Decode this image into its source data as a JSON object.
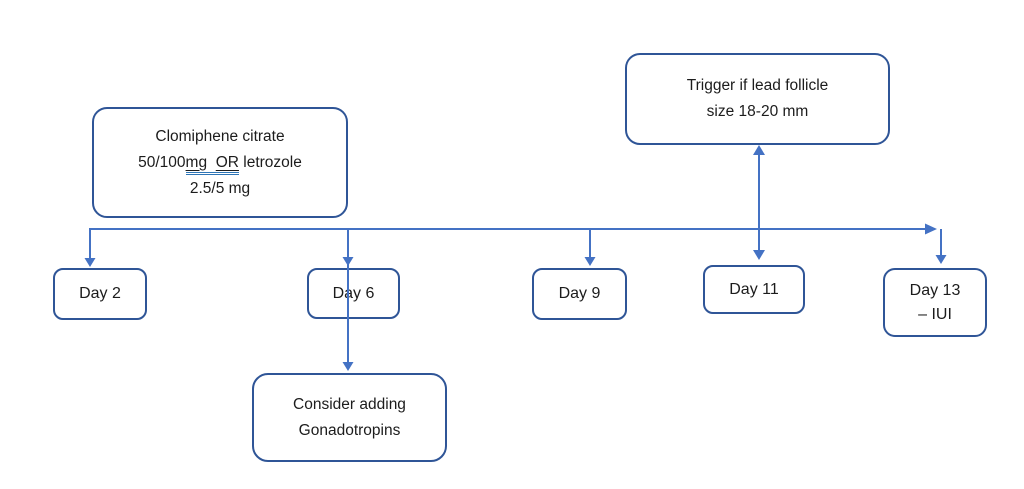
{
  "colors": {
    "box_border": "#2f5597",
    "connector": "#4472c4",
    "text": "#1c1c1c",
    "grammar_underline": "#2e75b6"
  },
  "boxes": {
    "clomiphene": {
      "line1": "Clomiphene citrate",
      "line2_pre": "50/100",
      "line2_mg": "mg",
      "line2_gap": "  ",
      "line2_or": "OR",
      "line2_post": " letrozole",
      "line3": "2.5/5 mg"
    },
    "trigger": {
      "line1": "Trigger if lead follicle",
      "line2": "size 18-20 mm"
    },
    "day2": {
      "label": "Day 2"
    },
    "day6": {
      "label": "Day 6"
    },
    "day9": {
      "label": "Day 9"
    },
    "day11": {
      "label": "Day 11"
    },
    "day13": {
      "line1": "Day 13",
      "line2": "– IUI"
    },
    "gonadotropins": {
      "line1": "Consider adding",
      "line2": "Gonadotropins"
    }
  }
}
